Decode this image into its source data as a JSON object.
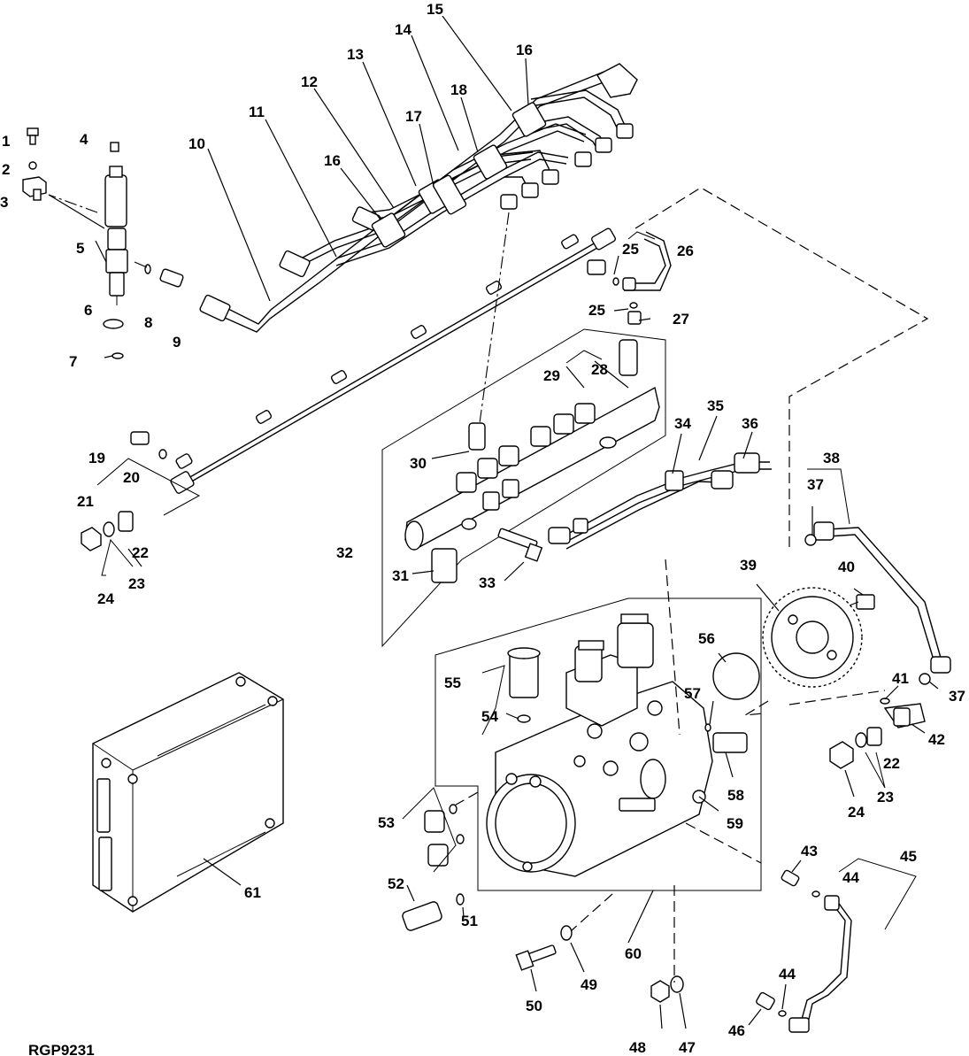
{
  "figure": {
    "id": "RGP9231"
  },
  "callouts": [
    {
      "id": "c1",
      "text": "1"
    },
    {
      "id": "c2",
      "text": "2"
    },
    {
      "id": "c3",
      "text": "3"
    },
    {
      "id": "c4",
      "text": "4"
    },
    {
      "id": "c5",
      "text": "5"
    },
    {
      "id": "c6",
      "text": "6"
    },
    {
      "id": "c7",
      "text": "7"
    },
    {
      "id": "c8",
      "text": "8"
    },
    {
      "id": "c9",
      "text": "9"
    },
    {
      "id": "c10",
      "text": "10"
    },
    {
      "id": "c11",
      "text": "11"
    },
    {
      "id": "c12",
      "text": "12"
    },
    {
      "id": "c13",
      "text": "13"
    },
    {
      "id": "c14",
      "text": "14"
    },
    {
      "id": "c15",
      "text": "15"
    },
    {
      "id": "c16a",
      "text": "16"
    },
    {
      "id": "c16b",
      "text": "16"
    },
    {
      "id": "c17",
      "text": "17"
    },
    {
      "id": "c18",
      "text": "18"
    },
    {
      "id": "c19",
      "text": "19"
    },
    {
      "id": "c20",
      "text": "20"
    },
    {
      "id": "c21",
      "text": "21"
    },
    {
      "id": "c22a",
      "text": "22"
    },
    {
      "id": "c22b",
      "text": "22"
    },
    {
      "id": "c23a",
      "text": "23"
    },
    {
      "id": "c23b",
      "text": "23"
    },
    {
      "id": "c24a",
      "text": "24"
    },
    {
      "id": "c24b",
      "text": "24"
    },
    {
      "id": "c25a",
      "text": "25"
    },
    {
      "id": "c25b",
      "text": "25"
    },
    {
      "id": "c26",
      "text": "26"
    },
    {
      "id": "c27",
      "text": "27"
    },
    {
      "id": "c28",
      "text": "28"
    },
    {
      "id": "c29",
      "text": "29"
    },
    {
      "id": "c30",
      "text": "30"
    },
    {
      "id": "c31",
      "text": "31"
    },
    {
      "id": "c32",
      "text": "32"
    },
    {
      "id": "c33",
      "text": "33"
    },
    {
      "id": "c34",
      "text": "34"
    },
    {
      "id": "c35",
      "text": "35"
    },
    {
      "id": "c36",
      "text": "36"
    },
    {
      "id": "c37a",
      "text": "37"
    },
    {
      "id": "c37b",
      "text": "37"
    },
    {
      "id": "c38",
      "text": "38"
    },
    {
      "id": "c39",
      "text": "39"
    },
    {
      "id": "c40",
      "text": "40"
    },
    {
      "id": "c41",
      "text": "41"
    },
    {
      "id": "c42",
      "text": "42"
    },
    {
      "id": "c43",
      "text": "43"
    },
    {
      "id": "c44a",
      "text": "44"
    },
    {
      "id": "c44b",
      "text": "44"
    },
    {
      "id": "c45",
      "text": "45"
    },
    {
      "id": "c46",
      "text": "46"
    },
    {
      "id": "c47",
      "text": "47"
    },
    {
      "id": "c48",
      "text": "48"
    },
    {
      "id": "c49",
      "text": "49"
    },
    {
      "id": "c50",
      "text": "50"
    },
    {
      "id": "c51",
      "text": "51"
    },
    {
      "id": "c52",
      "text": "52"
    },
    {
      "id": "c53",
      "text": "53"
    },
    {
      "id": "c54",
      "text": "54"
    },
    {
      "id": "c55",
      "text": "55"
    },
    {
      "id": "c56",
      "text": "56"
    },
    {
      "id": "c57",
      "text": "57"
    },
    {
      "id": "c58",
      "text": "58"
    },
    {
      "id": "c59",
      "text": "59"
    },
    {
      "id": "c60",
      "text": "60"
    },
    {
      "id": "c61",
      "text": "61"
    }
  ]
}
